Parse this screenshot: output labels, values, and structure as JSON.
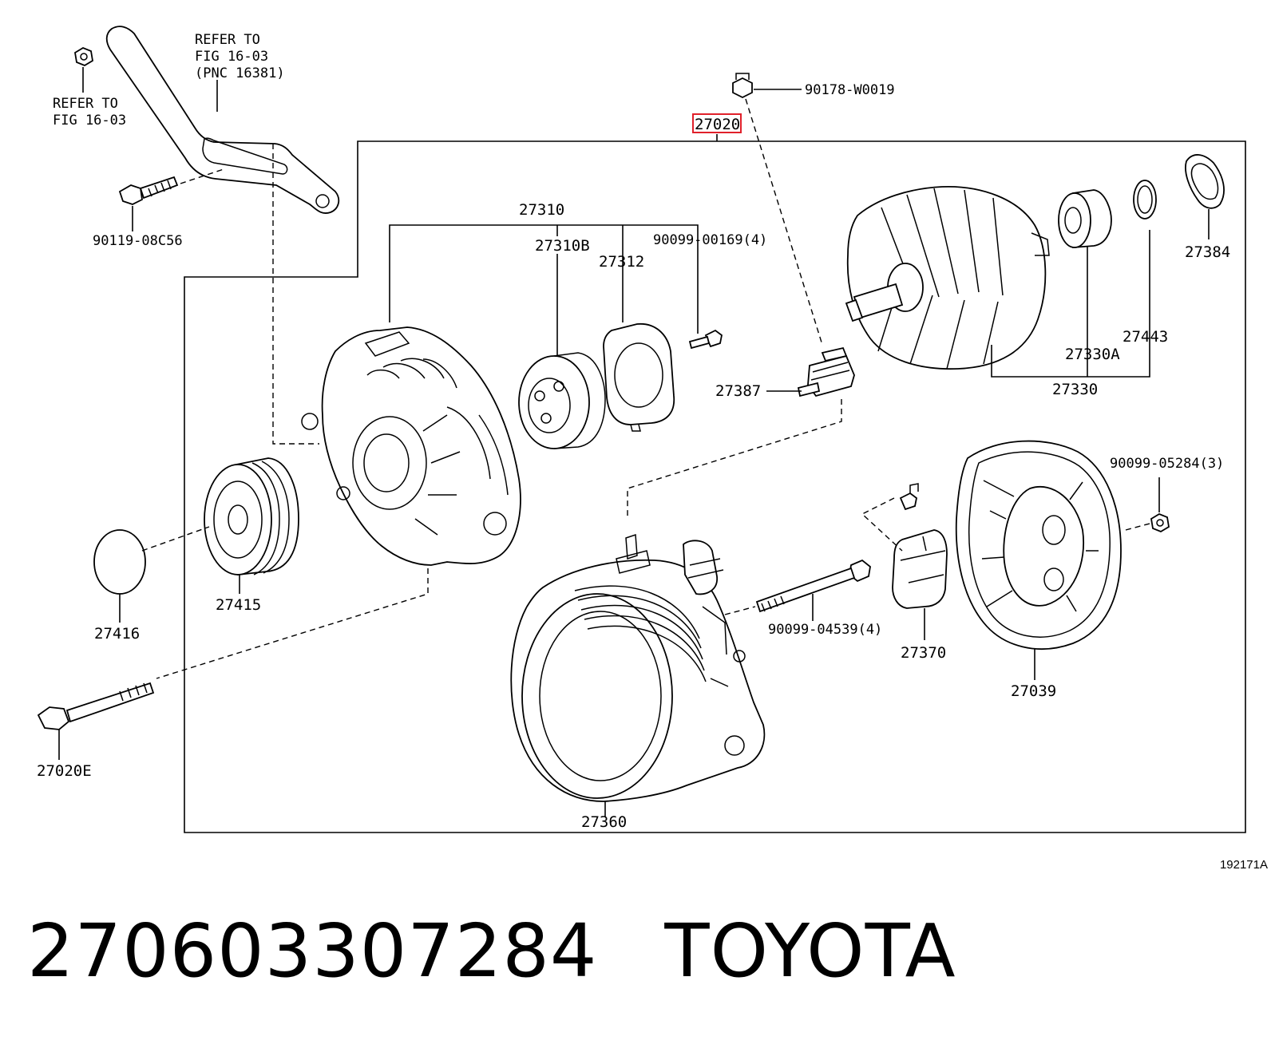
{
  "diagram": {
    "labels": {
      "refer_bracket_1": "REFER TO",
      "refer_bracket_2": "FIG 16-03",
      "refer_bracket_3": "(PNC 16381)",
      "refer_nut_1": "REFER TO",
      "refer_nut_2": "FIG 16-03",
      "bolt_90119": "90119-08C56",
      "nut_90178": "90178-W0019",
      "assy_27020": "27020",
      "frame_27310": "27310",
      "bearing_27310B": "27310B",
      "retainer_27312": "27312",
      "screw_90099_00169": "90099-00169(4)",
      "holder_27387": "27387",
      "rotor_27330": "27330",
      "bearing_27330A": "27330A",
      "ring_27443": "27443",
      "cover_27384": "27384",
      "pulley_27415": "27415",
      "cap_27416": "27416",
      "bolt_27020E": "27020E",
      "stator_27360": "27360",
      "bolt_90099_04539": "90099-04539(4)",
      "regulator_27370": "27370",
      "nut_90099_05284": "90099-05284(3)",
      "cover_27039": "27039",
      "figure_code": "192171A"
    },
    "highlight_color": "#e0202a"
  },
  "caption": {
    "part_number": "270603307284",
    "brand": "TOYOTA"
  }
}
